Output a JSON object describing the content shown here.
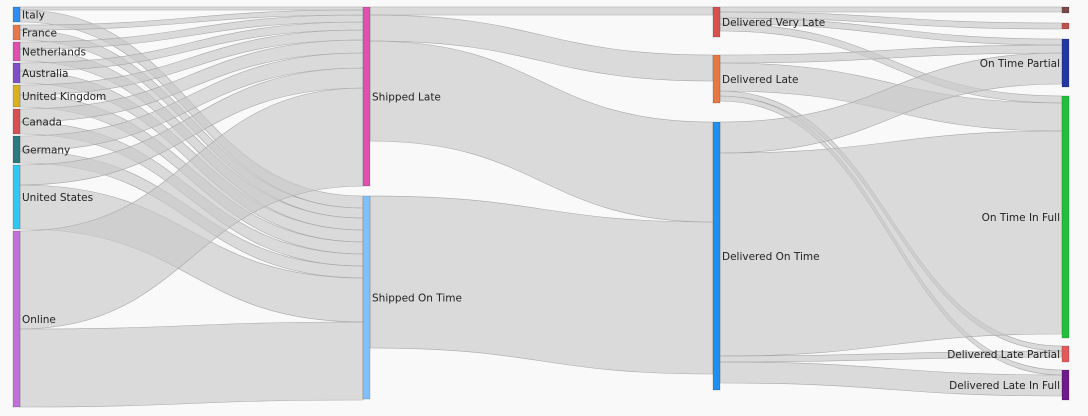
{
  "chart_data": {
    "type": "sankey",
    "title": "",
    "nodes": [
      {
        "id": "italy",
        "label": "Italy",
        "column": 0,
        "color": "#2e8ef0"
      },
      {
        "id": "france",
        "label": "France",
        "column": 0,
        "color": "#e8784a"
      },
      {
        "id": "netherlands",
        "label": "Netherlands",
        "column": 0,
        "color": "#e050b0"
      },
      {
        "id": "australia",
        "label": "Australia",
        "column": 0,
        "color": "#8050c8"
      },
      {
        "id": "uk",
        "label": "United Kingdom",
        "column": 0,
        "color": "#d8b020"
      },
      {
        "id": "canada",
        "label": "Canada",
        "column": 0,
        "color": "#d85050"
      },
      {
        "id": "germany",
        "label": "Germany",
        "column": 0,
        "color": "#2a7a80"
      },
      {
        "id": "us",
        "label": "United States",
        "column": 0,
        "color": "#30c8f0"
      },
      {
        "id": "online",
        "label": "Online",
        "column": 0,
        "color": "#c070d8"
      },
      {
        "id": "shipped_late",
        "label": "Shipped Late",
        "column": 1,
        "color": "#e050b0"
      },
      {
        "id": "shipped_on_time",
        "label": "Shipped On Time",
        "column": 1,
        "color": "#80c0ff"
      },
      {
        "id": "delivered_very_late",
        "label": "Delivered Very Late",
        "column": 2,
        "color": "#d85050"
      },
      {
        "id": "delivered_late",
        "label": "Delivered Late",
        "column": 2,
        "color": "#e87840"
      },
      {
        "id": "delivered_on_time",
        "label": "Delivered On Time",
        "column": 2,
        "color": "#2090f0"
      },
      {
        "id": "unlabeled_a",
        "label": "",
        "column": 3,
        "color": "#7a4a4a"
      },
      {
        "id": "unlabeled_b",
        "label": "",
        "column": 3,
        "color": "#c0504d"
      },
      {
        "id": "on_time_partial",
        "label": "On Time Partial",
        "column": 3,
        "color": "#2337a0"
      },
      {
        "id": "on_time_in_full",
        "label": "On Time In Full",
        "column": 3,
        "color": "#22c03a"
      },
      {
        "id": "delivered_late_partial",
        "label": "Delivered Late Partial",
        "column": 3,
        "color": "#e05a5a"
      },
      {
        "id": "delivered_late_in_full",
        "label": "Delivered Late In Full",
        "column": 3,
        "color": "#6d1b8a"
      }
    ],
    "links": [
      {
        "source": 0,
        "target": 9,
        "value": 3
      },
      {
        "source": 0,
        "target": 10,
        "value": 12
      },
      {
        "source": 1,
        "target": 9,
        "value": 5
      },
      {
        "source": 1,
        "target": 10,
        "value": 10
      },
      {
        "source": 2,
        "target": 9,
        "value": 7
      },
      {
        "source": 2,
        "target": 10,
        "value": 12
      },
      {
        "source": 3,
        "target": 9,
        "value": 8
      },
      {
        "source": 3,
        "target": 10,
        "value": 12
      },
      {
        "source": 4,
        "target": 9,
        "value": 10
      },
      {
        "source": 4,
        "target": 10,
        "value": 12
      },
      {
        "source": 5,
        "target": 9,
        "value": 13
      },
      {
        "source": 5,
        "target": 10,
        "value": 12
      },
      {
        "source": 6,
        "target": 9,
        "value": 15
      },
      {
        "source": 6,
        "target": 10,
        "value": 12
      },
      {
        "source": 7,
        "target": 9,
        "value": 20
      },
      {
        "source": 7,
        "target": 10,
        "value": 44
      },
      {
        "source": 8,
        "target": 9,
        "value": 98
      },
      {
        "source": 8,
        "target": 10,
        "value": 78
      },
      {
        "source": 9,
        "target": 11,
        "value": 8
      },
      {
        "source": 9,
        "target": 12,
        "value": 26
      },
      {
        "source": 9,
        "target": 13,
        "value": 100
      },
      {
        "source": 10,
        "target": 13,
        "value": 152
      },
      {
        "source": 11,
        "target": 14,
        "value": 5
      },
      {
        "source": 11,
        "target": 15,
        "value": 6
      },
      {
        "source": 11,
        "target": 16,
        "value": 6
      },
      {
        "source": 11,
        "target": 17,
        "value": 7
      },
      {
        "source": 12,
        "target": 16,
        "value": 8
      },
      {
        "source": 12,
        "target": 17,
        "value": 28
      },
      {
        "source": 12,
        "target": 18,
        "value": 5
      },
      {
        "source": 12,
        "target": 19,
        "value": 5
      },
      {
        "source": 13,
        "target": 16,
        "value": 31
      },
      {
        "source": 13,
        "target": 17,
        "value": 203
      },
      {
        "source": 13,
        "target": 18,
        "value": 6
      },
      {
        "source": 13,
        "target": 19,
        "value": 21
      }
    ]
  }
}
